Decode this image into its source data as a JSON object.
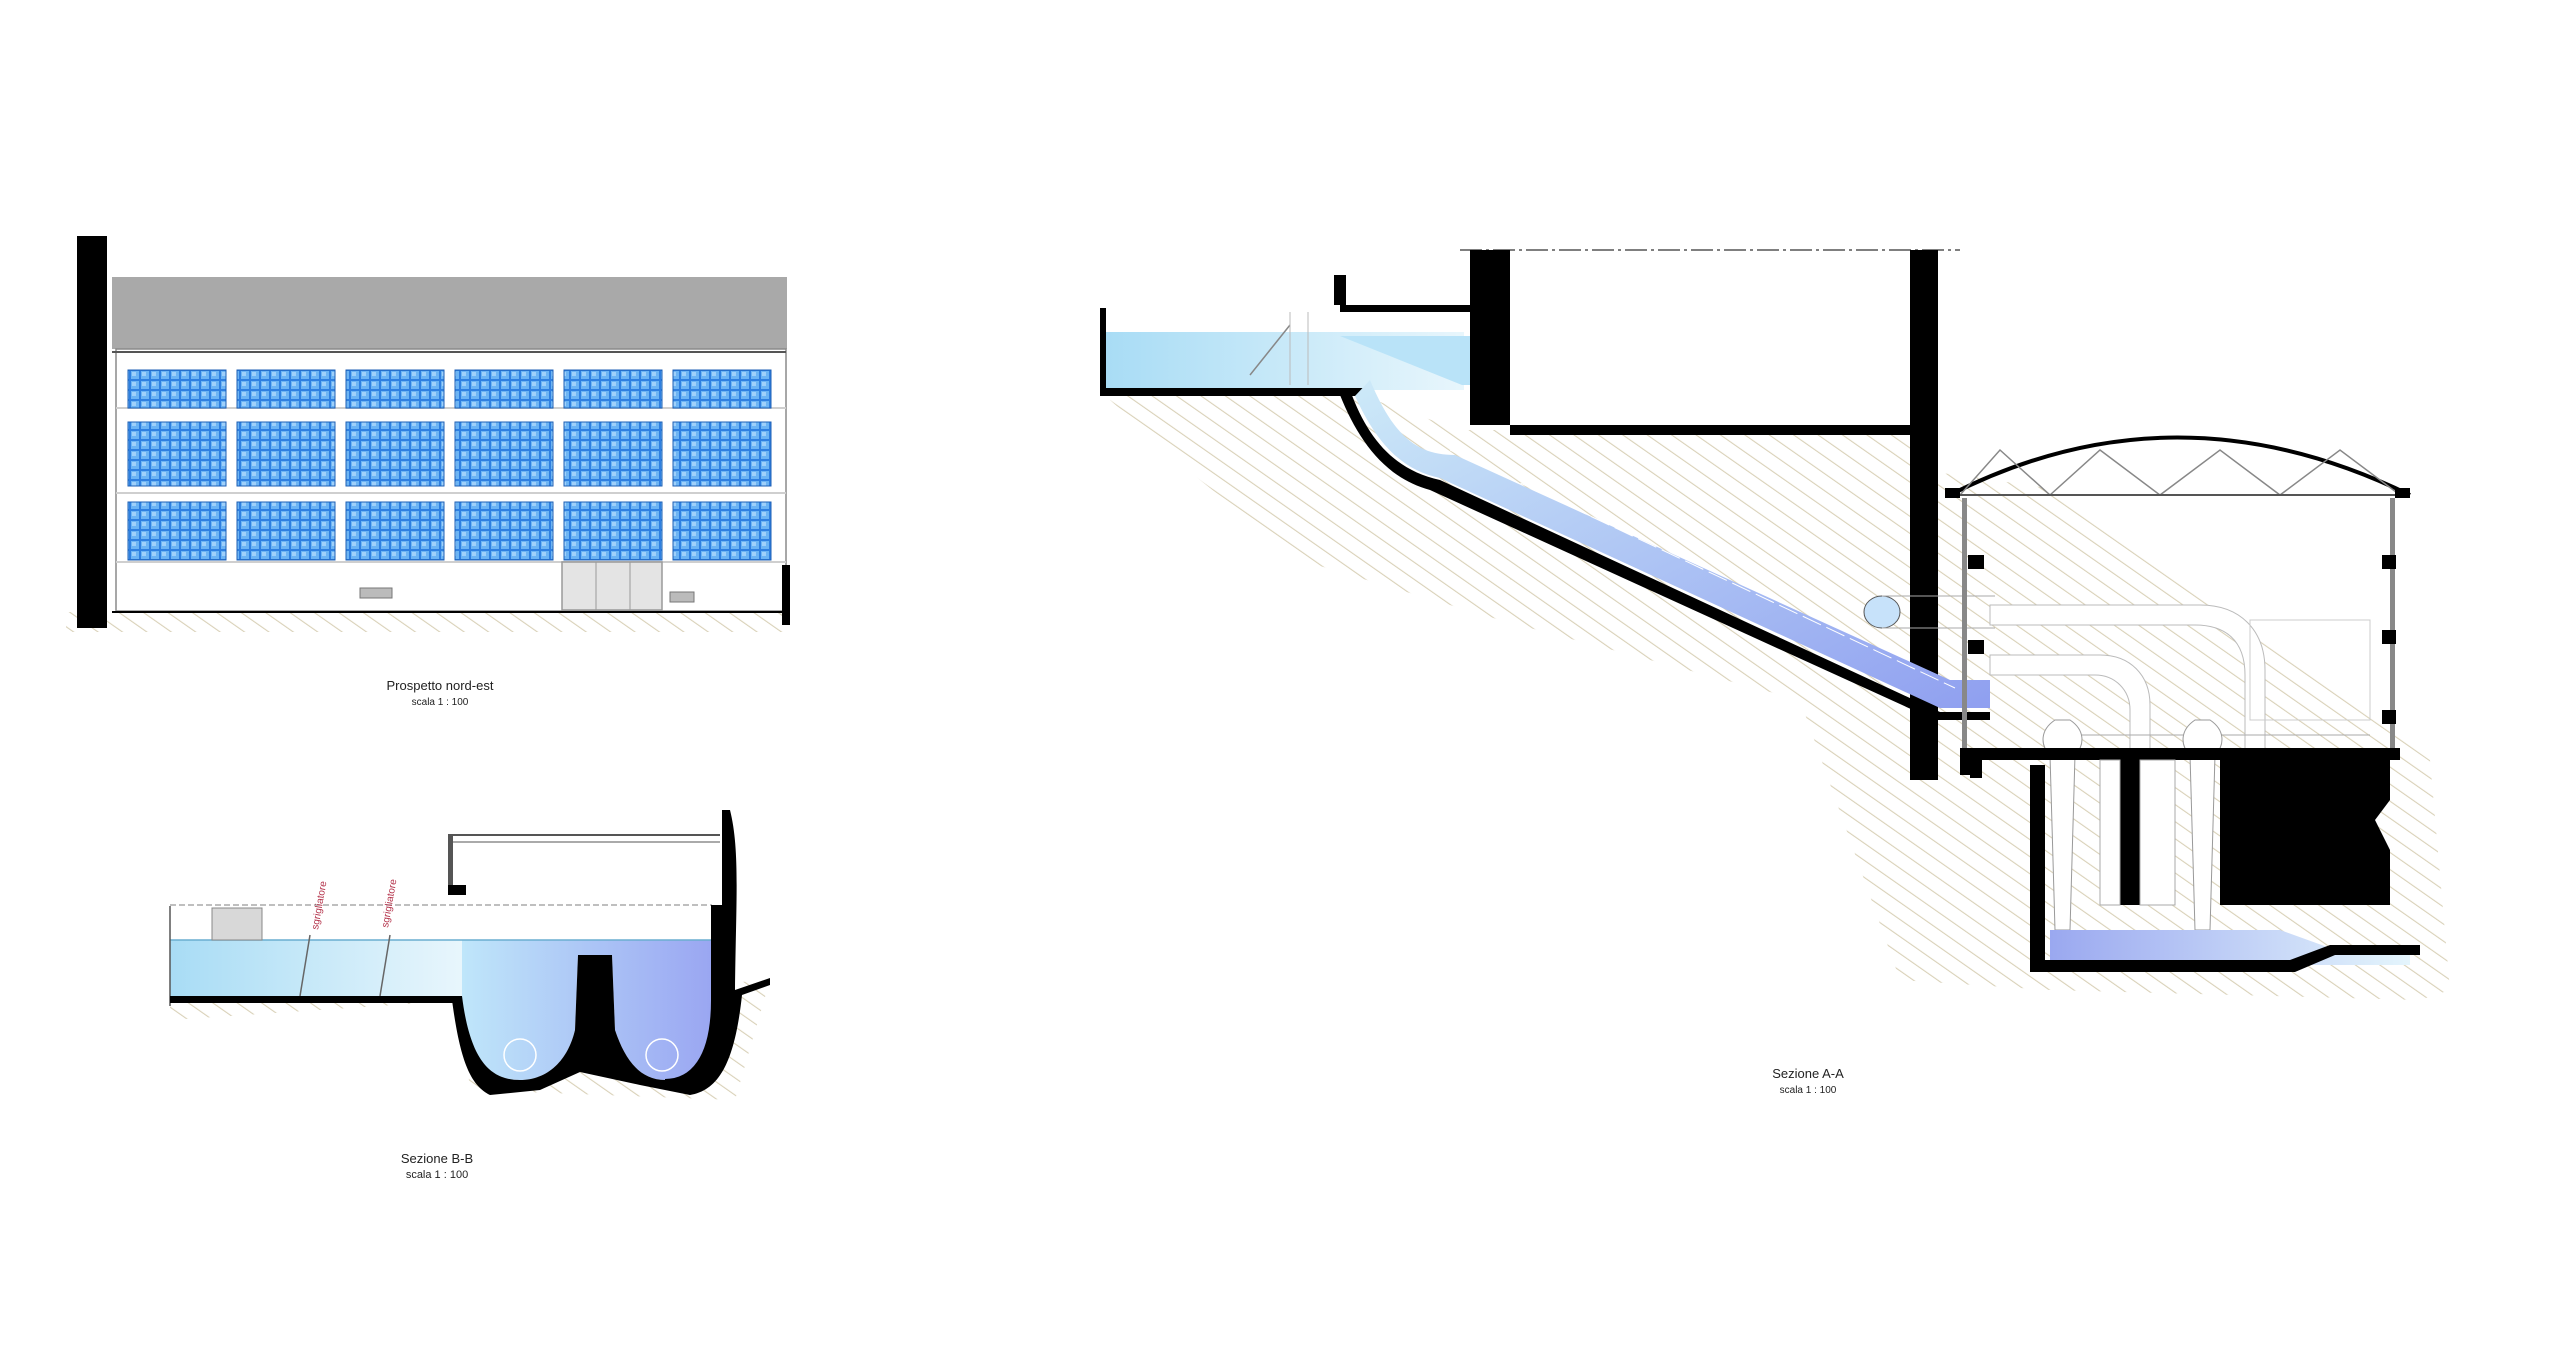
{
  "drawings": {
    "elevation": {
      "title": "Prospetto nord-est",
      "scale": "scala 1 : 100"
    },
    "section_bb": {
      "title": "Sezione B-B",
      "scale": "scala 1 : 100",
      "labels": [
        "sgrigliatore",
        "sgrigliatore"
      ]
    },
    "section_aa": {
      "title": "Sezione A-A",
      "scale": "scala 1 : 100"
    }
  },
  "colors": {
    "wall": "#000000",
    "roof": "#a9a9a9",
    "window_blue": "#3d8fe8",
    "water_light": "#d9f0fa",
    "water_mid": "#a8dcf5",
    "water_deep": "#9aa8f0",
    "hatch": "#d9d1b8",
    "label_red": "#b4324a"
  }
}
